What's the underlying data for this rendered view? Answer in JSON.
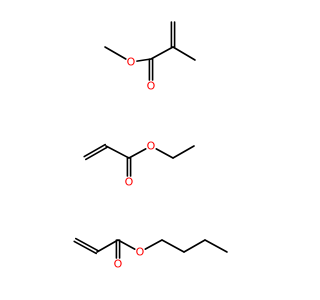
{
  "colors": {
    "bond": "#000000",
    "oxygen": "#ff0000",
    "background": "#ffffff"
  },
  "molecules": [
    {
      "id": "methyl-methacrylate",
      "atoms": [
        {
          "id": "c1",
          "element": "C"
        },
        {
          "id": "o1",
          "element": "O",
          "label": "O"
        },
        {
          "id": "c2",
          "element": "C"
        },
        {
          "id": "o2",
          "element": "O",
          "label": "O"
        },
        {
          "id": "c3",
          "element": "C"
        },
        {
          "id": "c4",
          "element": "C"
        },
        {
          "id": "c5",
          "element": "C"
        }
      ],
      "bonds": [
        {
          "from": "c1",
          "to": "o1",
          "order": 1
        },
        {
          "from": "o1",
          "to": "c2",
          "order": 1
        },
        {
          "from": "c2",
          "to": "o2",
          "order": 2
        },
        {
          "from": "c2",
          "to": "c3",
          "order": 1
        },
        {
          "from": "c3",
          "to": "c4",
          "order": 2
        },
        {
          "from": "c3",
          "to": "c5",
          "order": 1
        }
      ]
    },
    {
      "id": "ethyl-acrylate",
      "atoms": [
        {
          "id": "c1",
          "element": "C"
        },
        {
          "id": "c2",
          "element": "C"
        },
        {
          "id": "c3",
          "element": "C"
        },
        {
          "id": "o1",
          "element": "O",
          "label": "O"
        },
        {
          "id": "o2",
          "element": "O",
          "label": "O"
        },
        {
          "id": "c4",
          "element": "C"
        },
        {
          "id": "c5",
          "element": "C"
        }
      ],
      "bonds": [
        {
          "from": "c1",
          "to": "c2",
          "order": 2
        },
        {
          "from": "c2",
          "to": "c3",
          "order": 1
        },
        {
          "from": "c3",
          "to": "o1",
          "order": 2
        },
        {
          "from": "c3",
          "to": "o2",
          "order": 1
        },
        {
          "from": "o2",
          "to": "c4",
          "order": 1
        },
        {
          "from": "c4",
          "to": "c5",
          "order": 1
        }
      ]
    },
    {
      "id": "butyl-acrylate",
      "atoms": [
        {
          "id": "c1",
          "element": "C"
        },
        {
          "id": "c2",
          "element": "C"
        },
        {
          "id": "c3",
          "element": "C"
        },
        {
          "id": "o1",
          "element": "O",
          "label": "O"
        },
        {
          "id": "o2",
          "element": "O",
          "label": "O"
        },
        {
          "id": "c4",
          "element": "C"
        },
        {
          "id": "c5",
          "element": "C"
        },
        {
          "id": "c6",
          "element": "C"
        },
        {
          "id": "c7",
          "element": "C"
        }
      ],
      "bonds": [
        {
          "from": "c1",
          "to": "c2",
          "order": 2
        },
        {
          "from": "c2",
          "to": "c3",
          "order": 1
        },
        {
          "from": "c3",
          "to": "o1",
          "order": 2
        },
        {
          "from": "c3",
          "to": "o2",
          "order": 1
        },
        {
          "from": "o2",
          "to": "c4",
          "order": 1
        },
        {
          "from": "c4",
          "to": "c5",
          "order": 1
        },
        {
          "from": "c5",
          "to": "c6",
          "order": 1
        },
        {
          "from": "c6",
          "to": "c7",
          "order": 1
        }
      ]
    }
  ]
}
